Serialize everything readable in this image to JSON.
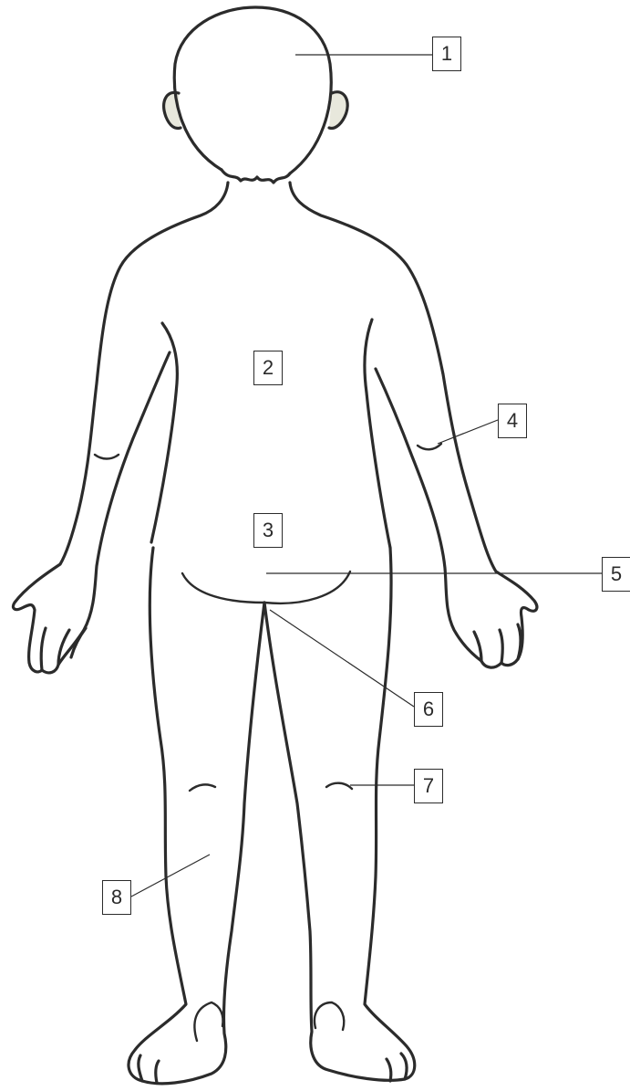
{
  "markers": {
    "m1": "1",
    "m2": "2",
    "m3": "3",
    "m4": "4",
    "m5": "5",
    "m6": "6",
    "m7": "7",
    "m8": "8"
  },
  "colors": {
    "line": "#2b2b2b",
    "background": "#ffffff",
    "ear_shading": "#e8e8dc"
  }
}
